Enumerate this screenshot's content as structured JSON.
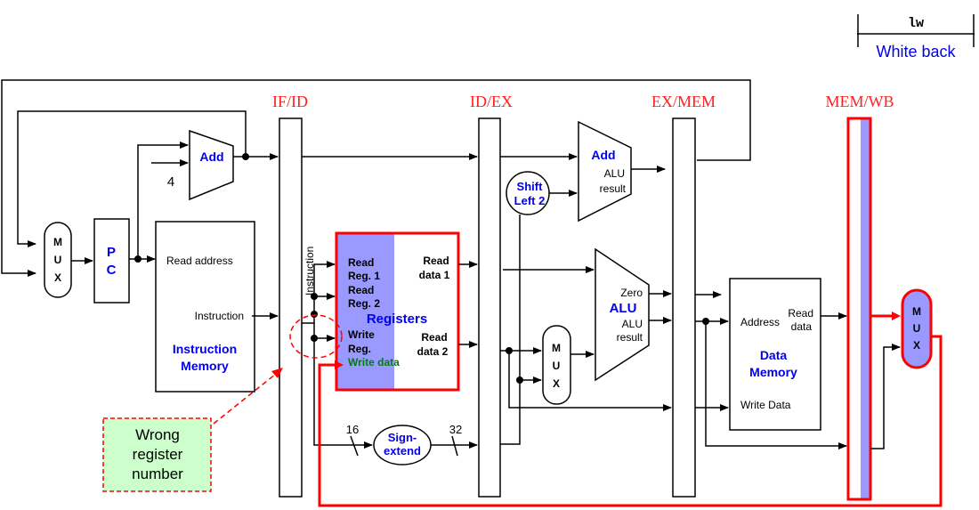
{
  "legend": {
    "instruction": "lw",
    "stage": "White back"
  },
  "pipeline_registers": {
    "if_id": "IF/ID",
    "id_ex": "ID/EX",
    "ex_mem": "EX/MEM",
    "mem_wb": "MEM/WB"
  },
  "components": {
    "pc_adder": "Add",
    "pc_adder_const": "4",
    "mux_pc": [
      "M",
      "U",
      "X"
    ],
    "pc": [
      "P",
      "C"
    ],
    "imem": {
      "read_address": "Read address",
      "instruction": "Instruction",
      "title_line1": "Instruction",
      "title_line2": "Memory"
    },
    "instruction_wire_label": "Instruction",
    "registers": {
      "title": "Registers",
      "read_reg1": [
        "Read",
        "Reg. 1"
      ],
      "read_reg2": [
        "Read",
        "Reg. 2"
      ],
      "write_reg": [
        "Write",
        "Reg."
      ],
      "write_data": "Write data",
      "read_data1": [
        "Read",
        "data 1"
      ],
      "read_data2": [
        "Read",
        "data 2"
      ]
    },
    "sign_extend": [
      "Sign-",
      "extend"
    ],
    "bits_in": "16",
    "bits_out": "32",
    "shift_left": [
      "Shift",
      "Left 2"
    ],
    "branch_adder": {
      "title": "Add",
      "result": [
        "ALU",
        "result"
      ]
    },
    "alu": {
      "title": "ALU",
      "zero": "Zero",
      "result": [
        "ALU",
        "result"
      ]
    },
    "mux_alu": [
      "M",
      "U",
      "X"
    ],
    "dmem": {
      "address": "Address",
      "read_data": [
        "Read",
        "data"
      ],
      "write_data": "Write Data",
      "title_line1": "Data",
      "title_line2": "Memory"
    },
    "mux_wb": [
      "M",
      "U",
      "X"
    ]
  },
  "annotation": {
    "lines": [
      "Wrong",
      "register",
      "number"
    ]
  },
  "colors": {
    "highlight": "#ff0000",
    "active_fill": "#9999ff",
    "label_blue": "#0000ee",
    "stage_label": "#ff2020",
    "note_fill": "#ccffcc",
    "write_data_green": "#008000"
  }
}
